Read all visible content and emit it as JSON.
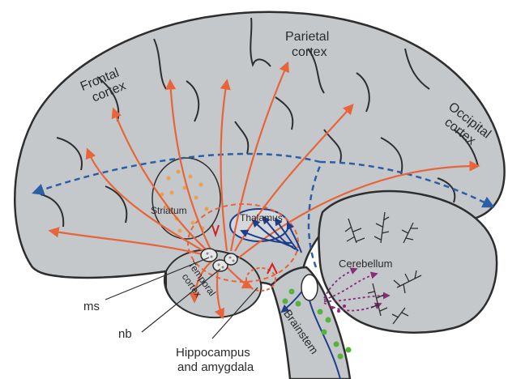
{
  "labels": {
    "frontal_line1": "Frontal",
    "frontal_line2": "cortex",
    "parietal_line1": "Parietal",
    "parietal_line2": "cortex",
    "occipital_line1": "Occipital",
    "occipital_line2": "cortex",
    "striatum": "Striatum",
    "thalamus": "Thalamus",
    "cerebellum": "Cerebellum",
    "temporal_line1": "Temporal",
    "temporal_line2": "cortex",
    "brainstem": "Brainstem",
    "ms": "ms",
    "nb": "nb",
    "hippocampus_line1": "Hippocampus",
    "hippocampus_line2": "and amygdala"
  },
  "colors": {
    "brain_fill": "#c5c8ca",
    "brain_outline": "#2e2e2e",
    "cholinergic_orange": "#e8643a",
    "dashed_blue": "#2a5fa8",
    "thalamus_blue": "#1f3d8a",
    "green_dots": "#55b33b",
    "purple": "#8a2a7a",
    "dots_orange": "#e8a24a"
  }
}
